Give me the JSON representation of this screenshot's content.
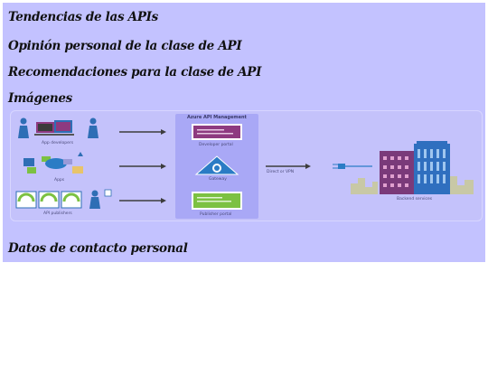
{
  "headings": {
    "trends": "Tendencias de las APIs",
    "opinion": "Opinión personal de la clase de API",
    "recommendations": "Recomendaciones para la clase de API",
    "images": "Imágenes",
    "contact": "Datos de contacto personal"
  },
  "diagram": {
    "apim_title": "Azure API Management",
    "left_labels": {
      "app_developers": "App developers",
      "apps": "Apps",
      "api_publishers": "API publishers"
    },
    "center_labels": {
      "developer_portal": "Developer portal",
      "gateway": "Gateway",
      "publisher_portal": "Publisher portal"
    },
    "connector_label": "Direct or VPN",
    "right_label": "Backend services"
  },
  "colors": {
    "panel_bg": "#c3c2ff",
    "arrow": "#3c3c3c",
    "portal_purple": "#8e3a80",
    "gateway_blue": "#2b7cc5",
    "publisher_green": "#7cc142",
    "building_purple": "#7a3a7a",
    "building_blue": "#2f6fbf"
  }
}
